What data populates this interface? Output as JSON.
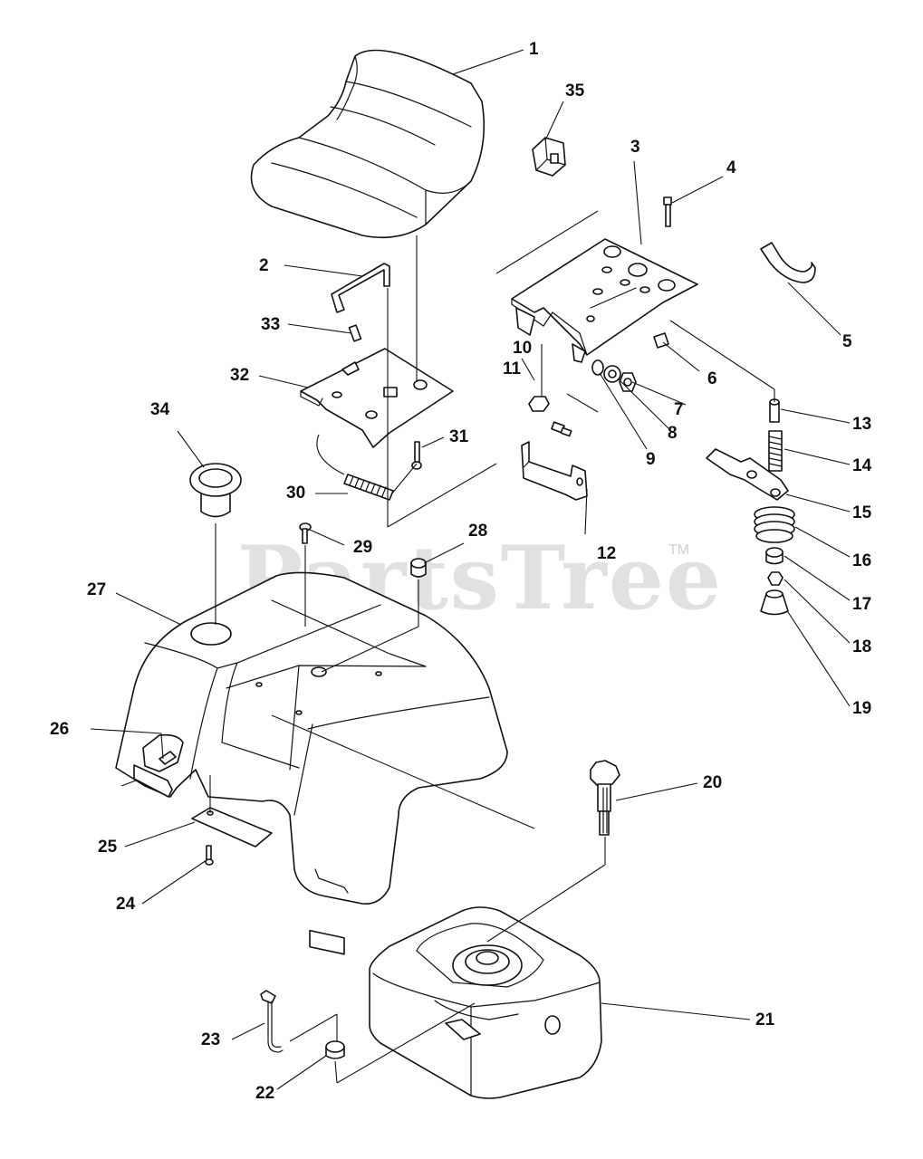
{
  "watermark": {
    "text": "PartsTree",
    "trademark": "TM"
  },
  "callouts": {
    "c1": "1",
    "c2": "2",
    "c3": "3",
    "c4": "4",
    "c5": "5",
    "c6": "6",
    "c7": "7",
    "c8": "8",
    "c9": "9",
    "c10": "10",
    "c11": "11",
    "c12": "12",
    "c13": "13",
    "c14": "14",
    "c15": "15",
    "c16": "16",
    "c17": "17",
    "c18": "18",
    "c19": "19",
    "c20": "20",
    "c21": "21",
    "c22": "22",
    "c23": "23",
    "c24": "24",
    "c25": "25",
    "c26": "26",
    "c27": "27",
    "c28": "28",
    "c29": "29",
    "c30": "30",
    "c31": "31",
    "c32": "32",
    "c33": "33",
    "c34": "34",
    "c35": "35"
  },
  "colors": {
    "line": "#111111",
    "watermark": "#e1e1e1",
    "background": "#ffffff"
  }
}
